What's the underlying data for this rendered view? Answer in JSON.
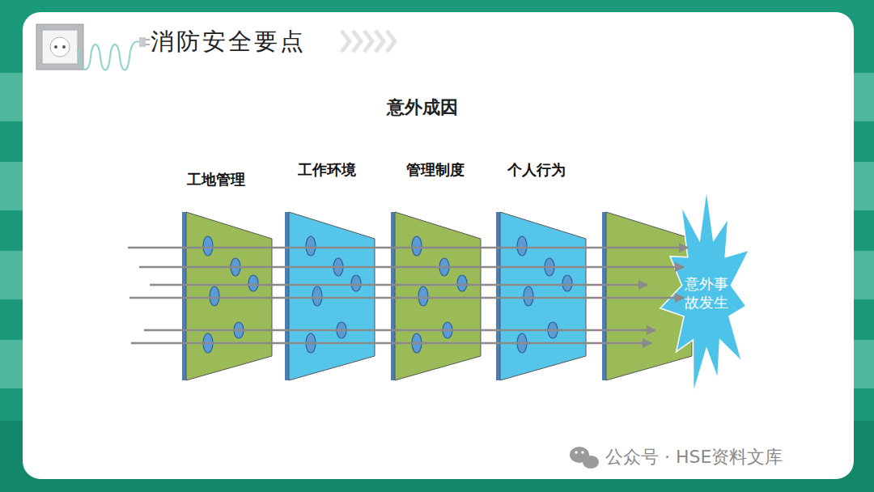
{
  "diagram": {
    "title": "意外成因",
    "nodes": [
      {
        "text": [
          "工地管理"
        ]
      },
      {
        "text": [
          "工作环境"
        ]
      },
      {
        "text": [
          "管理制度"
        ]
      },
      {
        "text": [
          "个人行为"
        ]
      },
      {
        "text": [
          "意外事故发生"
        ]
      }
    ],
    "labels": [
      "消防安全要点",
      "公众号 · HSE资料文库"
    ]
  }
}
